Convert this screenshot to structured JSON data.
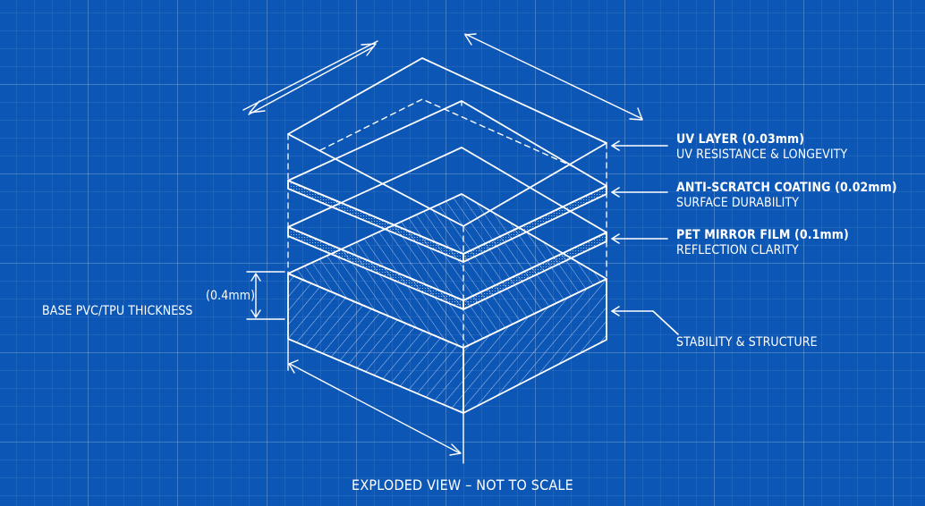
{
  "colors": {
    "background": "#0c56b6",
    "grid_line": "#ffffff",
    "ink": "#ffffff"
  },
  "layers": [
    {
      "id": "uv",
      "title": "UV LAYER (0.03mm)",
      "subtitle": "UV RESISTANCE & LONGEVITY"
    },
    {
      "id": "scratch",
      "title": "ANTI-SCRATCH COATING (0.02mm)",
      "subtitle": "SURFACE DURABILITY"
    },
    {
      "id": "pet",
      "title": "PET MIRROR FILM (0.1mm)",
      "subtitle": "REFLECTION CLARITY"
    }
  ],
  "base": {
    "thickness": "(0.4mm)",
    "label": "BASE PVC/TPU THICKNESS",
    "note": "STABILITY & STRUCTURE"
  },
  "caption": "EXPLODED VIEW – NOT TO SCALE"
}
